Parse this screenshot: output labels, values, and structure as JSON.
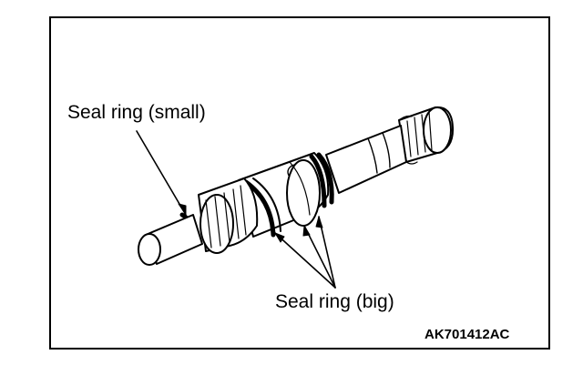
{
  "labels": {
    "seal_ring_small": "Seal ring (small)",
    "seal_ring_big": "Seal ring (big)",
    "figure_code": "AK701412AC"
  },
  "colors": {
    "line": "#000000",
    "background": "#ffffff"
  }
}
